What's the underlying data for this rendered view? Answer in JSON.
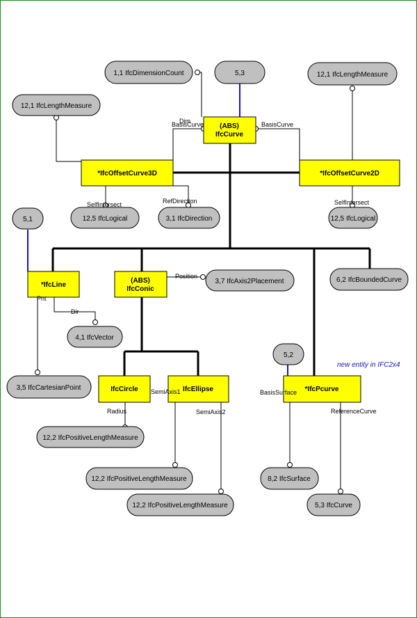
{
  "entities": {
    "ifc_curve": {
      "line1": "(ABS)",
      "line2": "IfcCurve"
    },
    "ifc_offset_curve_3d": {
      "label": "*IfcOffsetCurve3D"
    },
    "ifc_offset_curve_2d": {
      "label": "*IfcOffsetCurve2D"
    },
    "ifc_line": {
      "label": "*IfcLine"
    },
    "ifc_conic": {
      "line1": "(ABS)",
      "line2": "IfcConic"
    },
    "ifc_circle": {
      "label": "IfcCircle"
    },
    "ifc_ellipse": {
      "label": "IfcEllipse"
    },
    "ifc_pcurve": {
      "label": "*IfcPcurve"
    }
  },
  "types": {
    "dimension_count": "1,1 IfcDimensionCount",
    "ref_5_3": "5,3",
    "length_measure_right": "12,1 IfcLengthMeasure",
    "length_measure_left": "12,1 IfcLengthMeasure",
    "logical_3d": "12,5 IfcLogical",
    "direction": "3,1 IfcDirection",
    "logical_2d": "12,5 IfcLogical",
    "ref_5_1": "5,1",
    "axis2_placement": "3,7 IfcAxis2Placement",
    "bounded_curve": "6,2 IfcBoundedCurve",
    "vector": "4,1 IfcVector",
    "cartesian_point": "3,5 IfcCartesianPoint",
    "ref_5_2": "5,2",
    "positive_length_radius": "12,2 IfcPositiveLengthMeasure",
    "positive_length_semi1": "12,2 IfcPositiveLengthMeasure",
    "positive_length_semi2": "12,2 IfcPositiveLengthMeasure",
    "surface": "8,2 IfcSurface",
    "curve": "5,3 IfcCurve"
  },
  "attributes": {
    "dim": "Dim",
    "basis_curve_left": "BasisCurve",
    "basis_curve_right": "BasisCurve",
    "self_intersect_3d": "SelfIntersect",
    "ref_direction": "RefDirection",
    "self_intersect_2d": "SelfIntersect",
    "position": "Position",
    "pnt": "Pnt",
    "dir": "Dir",
    "radius": "Radius",
    "semi_axis1": "SemiAxis1",
    "semi_axis2": "SemiAxis2",
    "basis_surface": "BasisSurface",
    "reference_curve": "ReferenceCurve"
  },
  "note": "new entity in IFC2x4",
  "colors": {
    "entity_fill": "#ffff00",
    "type_fill": "#c0c0c0",
    "frame": "#1a8a1a",
    "link": "#1414c8"
  }
}
